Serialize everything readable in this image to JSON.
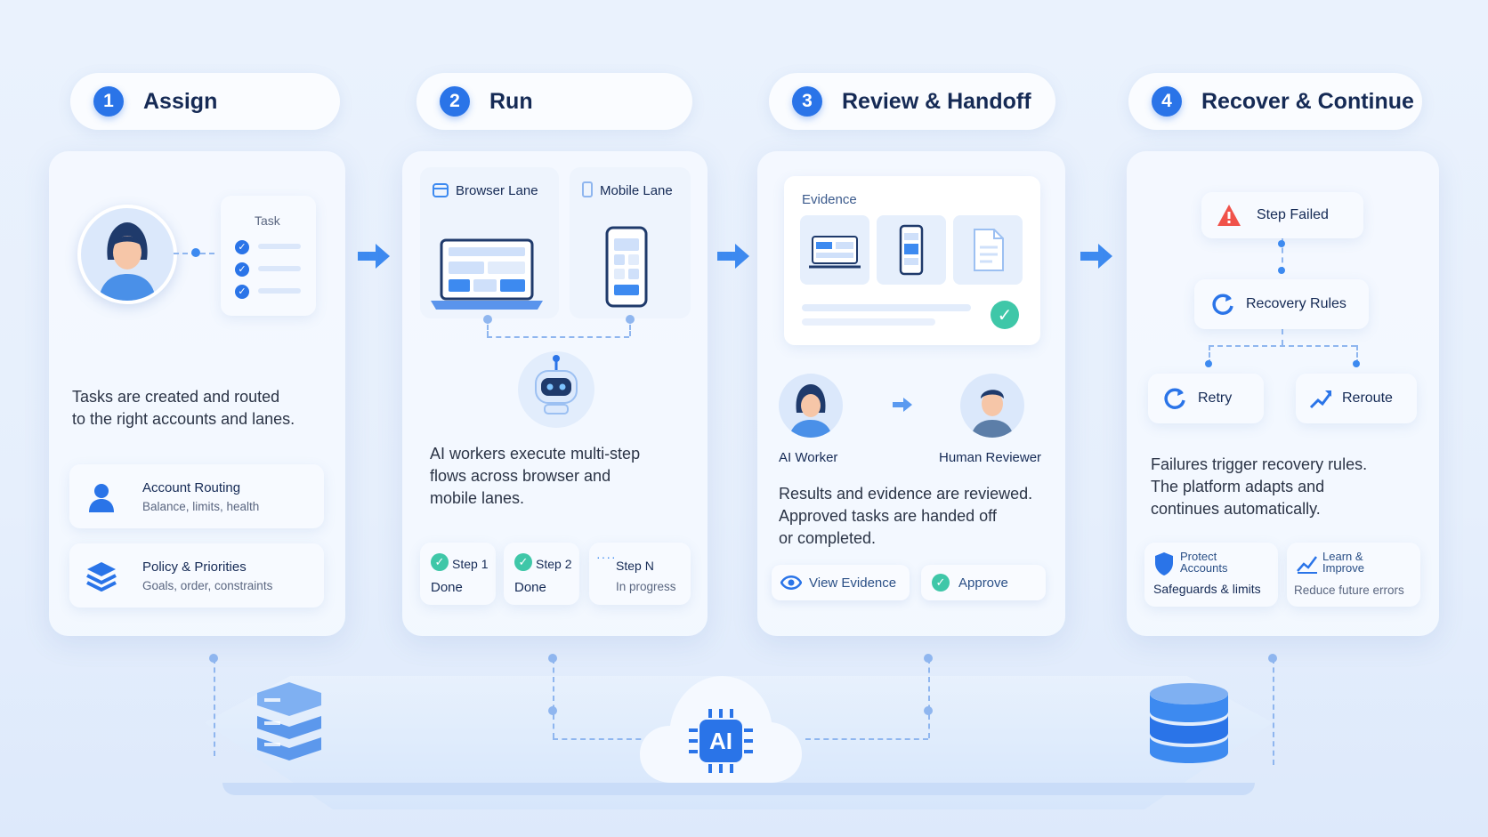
{
  "steps": [
    {
      "num": "1",
      "title": "Assign"
    },
    {
      "num": "2",
      "title": "Run"
    },
    {
      "num": "3",
      "title": "Review & Handoff"
    },
    {
      "num": "4",
      "title": "Recover & Continue"
    }
  ],
  "assign": {
    "task_card_title": "Task",
    "description_1": "Tasks are created and routed",
    "description_2": "to the right accounts and lanes.",
    "routing": {
      "title": "Account Routing",
      "sub": "Balance, limits, health"
    },
    "policy": {
      "title": "Policy & Priorities",
      "sub": "Goals, order, constraints"
    }
  },
  "run": {
    "browser_lane": "Browser Lane",
    "mobile_lane": "Mobile Lane",
    "description_1": "AI workers execute multi-step",
    "description_2": "flows across browser and",
    "description_3": "mobile lanes.",
    "steps": [
      {
        "name": "Step 1",
        "status": "Done"
      },
      {
        "name": "Step 2",
        "status": "Done"
      },
      {
        "name": "Step N",
        "status": "In progress"
      }
    ]
  },
  "review": {
    "evidence_title": "Evidence",
    "ai_worker": "AI Worker",
    "human_reviewer": "Human Reviewer",
    "description_1": "Results and evidence are reviewed.",
    "description_2": "Approved tasks are handed off",
    "description_3": "or completed.",
    "view_evidence": "View Evidence",
    "approve": "Approve"
  },
  "recover": {
    "step_failed": "Step Failed",
    "recovery_rules": "Recovery Rules",
    "retry": "Retry",
    "reroute": "Reroute",
    "description_1": "Failures trigger recovery rules.",
    "description_2": "The platform adapts and",
    "description_3": "continues automatically.",
    "protect": {
      "title_1": "Protect",
      "title_2": "Accounts",
      "sub": "Safeguards & limits"
    },
    "learn": {
      "title_1": "Learn &",
      "title_2": "Improve",
      "sub": "Reduce future errors"
    }
  },
  "platform": {
    "ai_chip": "AI"
  },
  "colors": {
    "accent": "#2a74e8",
    "success": "#3fc7a8",
    "alert": "#f0524a"
  }
}
